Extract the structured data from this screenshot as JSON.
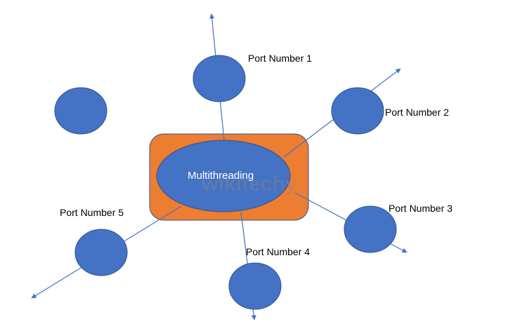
{
  "center": {
    "label": "Multithreading",
    "box_color": "#ED7D31",
    "ellipse_color": "#4472C4"
  },
  "ports": [
    {
      "label": "Port Number 1"
    },
    {
      "label": "Port Number 2"
    },
    {
      "label": "Port Number 3"
    },
    {
      "label": "Port Number 4"
    },
    {
      "label": "Port Number 5"
    }
  ],
  "node_color": "#4472C4",
  "watermark": "wikitechy"
}
